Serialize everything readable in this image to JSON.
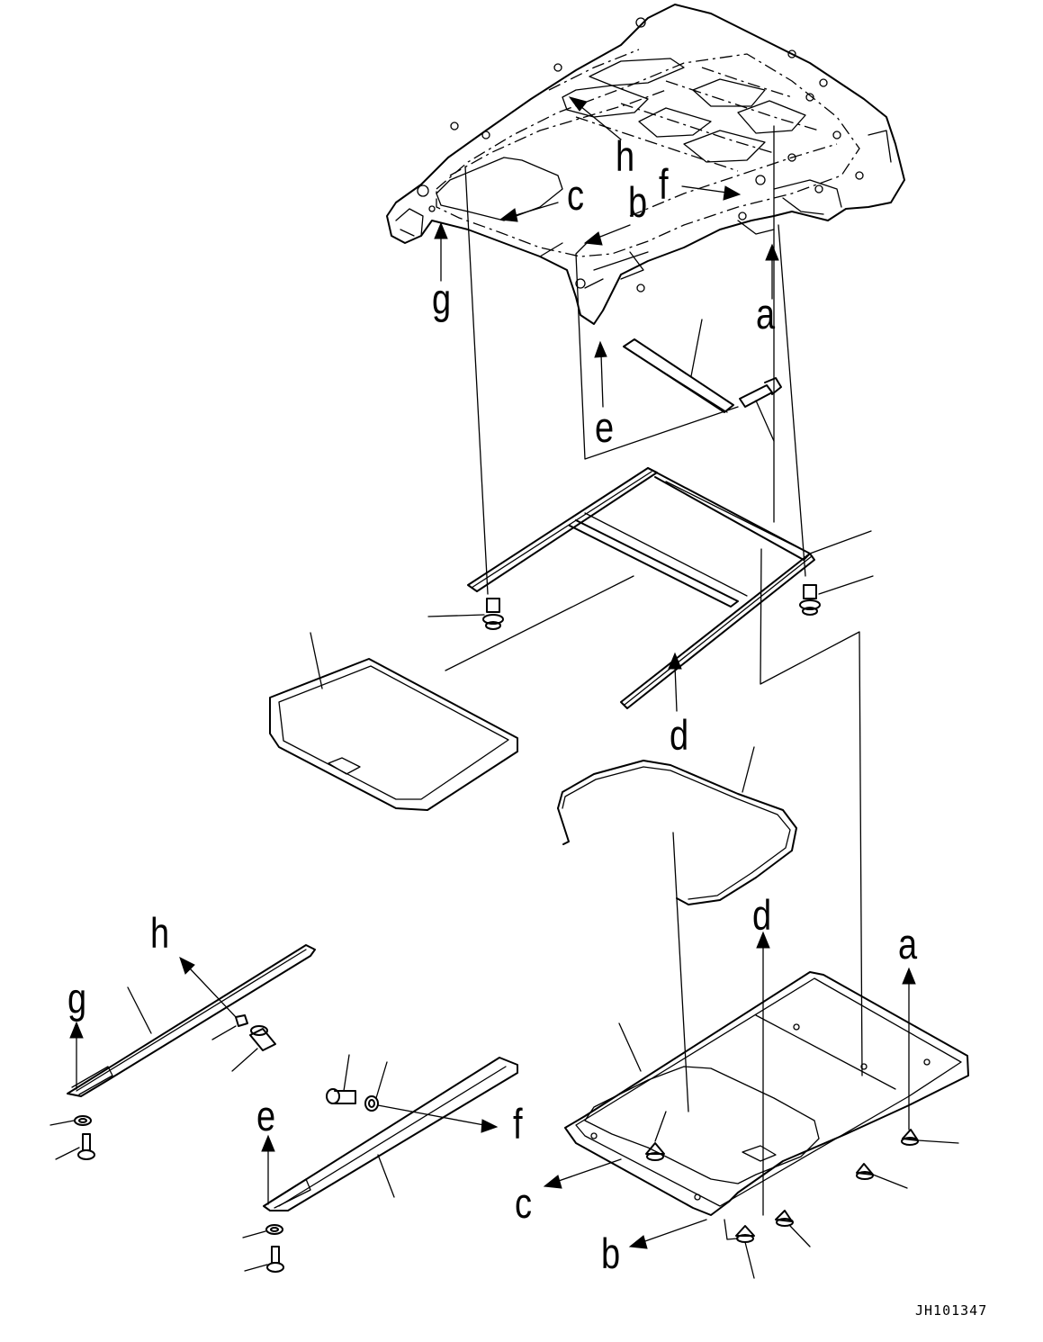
{
  "labels": {
    "a_top": "a",
    "b_top": "b",
    "c_top": "c",
    "e_top": "e",
    "f_top": "f",
    "g_top": "g",
    "h_top": "h",
    "d_mid": "d",
    "a_bottom": "a",
    "b_bottom": "b",
    "c_bottom": "c",
    "d_bottom": "d",
    "e_bottom": "e",
    "f_bottom": "f",
    "g_bottom": "g",
    "h_bottom": "h"
  },
  "drawing_code": "JH101347"
}
